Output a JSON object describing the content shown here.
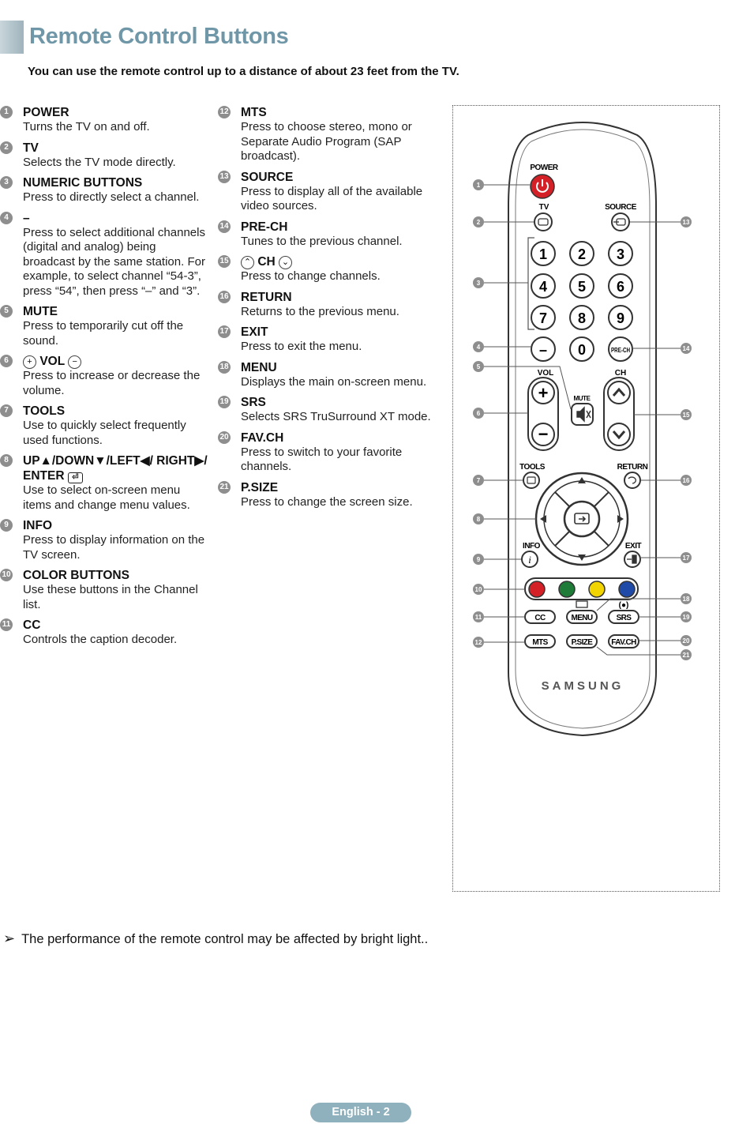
{
  "page": {
    "title": "Remote Control Buttons",
    "subtitle": "You can use the remote control up to a distance of about 23 feet from the TV.",
    "note": "The performance of the remote control may be affected by bright light..",
    "footer": "English - 2"
  },
  "items_left": [
    {
      "num": "1",
      "title": "POWER",
      "desc": "Turns the TV on and off."
    },
    {
      "num": "2",
      "title": "TV",
      "desc": "Selects the TV mode directly."
    },
    {
      "num": "3",
      "title": "NUMERIC BUTTONS",
      "desc": "Press to directly select a channel."
    },
    {
      "num": "4",
      "title": "–",
      "desc": "Press to select additional channels (digital and analog) being broadcast by the same station. For example, to select channel “54-3”, press “54”, then press “–” and “3”."
    },
    {
      "num": "5",
      "title": "MUTE",
      "desc": "Press to temporarily cut off the sound."
    },
    {
      "num": "6",
      "title": "VOL",
      "desc": "Press to increase or decrease the volume."
    },
    {
      "num": "7",
      "title": "TOOLS",
      "desc": "Use to quickly select frequently used functions."
    },
    {
      "num": "8",
      "title": "UP▲/DOWN▼/LEFT◀/ RIGHT▶/ ENTER",
      "desc": "Use to select on-screen menu items and change menu values."
    },
    {
      "num": "9",
      "title": "INFO",
      "desc": "Press to display information on the TV screen."
    },
    {
      "num": "10",
      "title": "COLOR BUTTONS",
      "desc": "Use these buttons in the Channel list."
    },
    {
      "num": "11",
      "title": "CC",
      "desc": "Controls the caption decoder."
    }
  ],
  "items_right": [
    {
      "num": "12",
      "title": "MTS",
      "desc": "Press to choose stereo, mono or Separate Audio Program (SAP broadcast)."
    },
    {
      "num": "13",
      "title": "SOURCE",
      "desc": "Press to display all of the available video sources."
    },
    {
      "num": "14",
      "title": "PRE-CH",
      "desc": "Tunes to the previous channel."
    },
    {
      "num": "15",
      "title": "CH",
      "desc": "Press to change channels."
    },
    {
      "num": "16",
      "title": "RETURN",
      "desc": "Returns to the previous menu."
    },
    {
      "num": "17",
      "title": "EXIT",
      "desc": "Press to exit the menu."
    },
    {
      "num": "18",
      "title": "MENU",
      "desc": "Displays the main on-screen menu."
    },
    {
      "num": "19",
      "title": "SRS",
      "desc": "Selects SRS TruSurround XT mode."
    },
    {
      "num": "20",
      "title": "FAV.CH",
      "desc": "Press to switch to your favorite channels."
    },
    {
      "num": "21",
      "title": "P.SIZE",
      "desc": "Press to change the screen size."
    }
  ],
  "remote": {
    "power": "POWER",
    "tv": "TV",
    "source": "SOURCE",
    "digits": [
      "1",
      "2",
      "3",
      "4",
      "5",
      "6",
      "7",
      "8",
      "9"
    ],
    "dash": "–",
    "zero": "0",
    "prech": "PRE-CH",
    "vol": "VOL",
    "ch": "CH",
    "mute": "MUTE",
    "tools": "TOOLS",
    "return": "RETURN",
    "info": "INFO",
    "exit": "EXIT",
    "cc": "CC",
    "menu": "MENU",
    "srs": "SRS",
    "mts": "MTS",
    "psize": "P.SIZE",
    "favch": "FAV.CH",
    "brand": "SAMSUNG",
    "callouts_left": [
      "1",
      "2",
      "3",
      "4",
      "5",
      "6",
      "7",
      "8",
      "9",
      "10",
      "11",
      "12"
    ],
    "callouts_right": [
      "13",
      "14",
      "15",
      "16",
      "17",
      "18",
      "19",
      "20",
      "21"
    ],
    "colors": {
      "red": "#d42027",
      "green": "#1e7b38",
      "yellow": "#f2d500",
      "blue": "#1f4aa8",
      "power": "#d42027"
    }
  }
}
